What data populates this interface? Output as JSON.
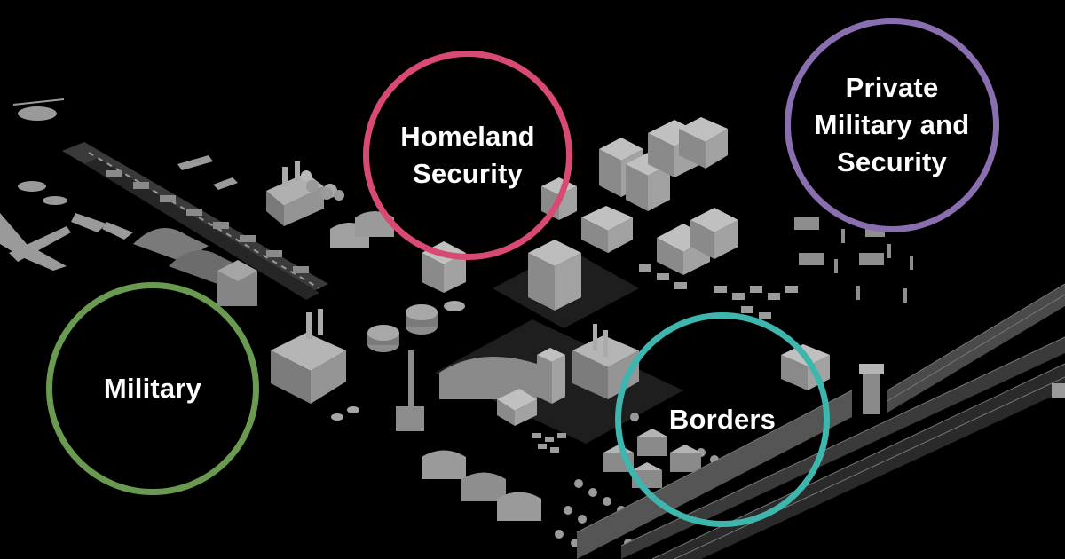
{
  "circles": {
    "homeland": {
      "lines": [
        "Homeland",
        "Security"
      ],
      "color": "#d94a72"
    },
    "private": {
      "lines": [
        "Private",
        "Military and",
        "Security"
      ],
      "color": "#8a6fb0"
    },
    "military": {
      "lines": [
        "Military"
      ],
      "color": "#6a9a4f"
    },
    "borders": {
      "lines": [
        "Borders"
      ],
      "color": "#3eb5ad"
    }
  },
  "scene": {
    "background": "#000000",
    "structure_color": "#8c8c8c"
  }
}
